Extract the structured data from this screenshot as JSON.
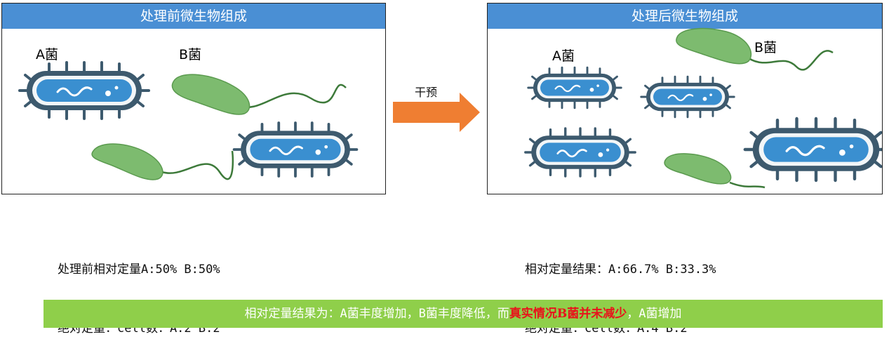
{
  "left_panel": {
    "title": "处理前微生物组成",
    "label_a": "A菌",
    "label_b": "B菌"
  },
  "right_panel": {
    "title": "处理后微生物组成",
    "label_a": "A菌",
    "label_b": "B菌"
  },
  "arrow": {
    "label": "干预",
    "color": "#ef7e32"
  },
  "left_stats": {
    "line1": "处理前相对定量A:50% B:50%",
    "line2": "绝对定量：cell数：A:2 B:2"
  },
  "right_stats": {
    "line1": "相对定量结果：A:66.7% B:33.3%",
    "line2": "绝对定量：cell数：A:4 B:2"
  },
  "conclusion": {
    "part1": "相对定量结果为：A菌丰度增加，B菌丰度降低，而",
    "highlight": "真实情况B菌并未减少",
    "part2": "，A菌增加",
    "highlight_color": "#e8131b"
  },
  "colors": {
    "header_blue": "#4a8fd4",
    "bacteria_a_body": "#3a8fd0",
    "bacteria_a_outline": "#3d5a6e",
    "bacteria_b_body": "#7dbb6f",
    "banner_green": "#8fcf4a"
  }
}
